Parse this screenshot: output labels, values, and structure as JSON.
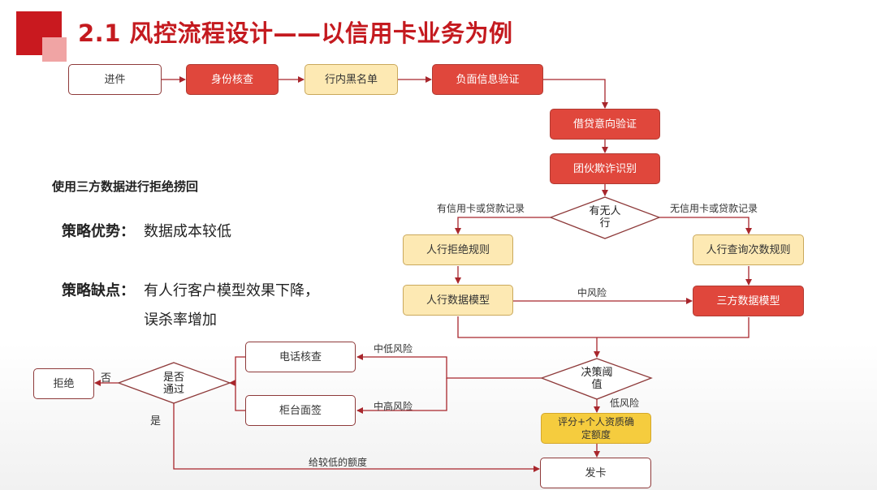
{
  "title": "2.1 风控流程设计——以信用卡业务为例",
  "left_text": {
    "heading": "使用三方数据进行拒绝捞回",
    "advantage_label": "策略优势：",
    "advantage_text": "数据成本较低",
    "disadvantage_label": "策略缺点：",
    "disadvantage_line1": "有人行客户模型效果下降，",
    "disadvantage_line2": "误杀率增加"
  },
  "nodes": {
    "jinjian": "进件",
    "shenfen": "身份核查",
    "heimingdan": "行内黑名单",
    "fumian": "负面信息验证",
    "yixiang": "借贷意向验证",
    "tuanhuo": "团伙欺诈识别",
    "youwu_line1": "有无人",
    "youwu_line2": "行",
    "renhang_jujue": "人行拒绝规则",
    "renhang_chaxun": "人行查询次数规则",
    "renhang_moxing": "人行数据模型",
    "sanfang_moxing": "三方数据模型",
    "juece_line1": "决策阈",
    "juece_line2": "值",
    "dianhua": "电话核查",
    "guitai": "柜台面签",
    "shifou_line1": "是否",
    "shifou_line2": "通过",
    "jujue": "拒绝",
    "pingfen_line1": "评分+个人资质确",
    "pingfen_line2": "定额度",
    "faka": "发卡"
  },
  "edge_labels": {
    "you_xinyong": "有信用卡或贷款记录",
    "wu_xinyong": "无信用卡或贷款记录",
    "zhong_fengxian": "中风险",
    "zhongdi_fengxian": "中低风险",
    "zhonggao_fengxian": "中高风险",
    "di_fengxian": "低风险",
    "fou": "否",
    "shi": "是",
    "jiaodi_edu": "给较低的额度"
  }
}
